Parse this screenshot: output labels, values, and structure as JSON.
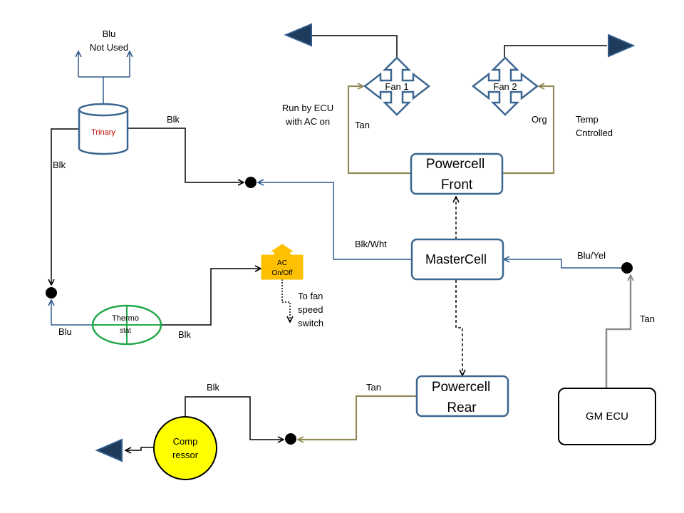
{
  "colors": {
    "black_wire": "#000000",
    "blue_wire": "#2f5b8b",
    "tan_wire": "#8f8a56",
    "grey_wire": "#8c8c8c",
    "box_border": "#3b6690",
    "thermostat_border": "#22a84b",
    "switch_fill": "#ffc000",
    "compressor_fill": "#ffff00"
  },
  "icons": {
    "fan": "four-way-arrow-icon",
    "output": "triangle-arrow-icon",
    "junction": "black-dot-icon",
    "switch": "arrow-up-switch-icon"
  },
  "nodes": {
    "powercell_front": {
      "line1": "Powercell",
      "line2": "Front"
    },
    "mastercell": {
      "label": "MasterCell"
    },
    "powercell_rear": {
      "line1": "Powercell",
      "line2": "Rear"
    },
    "gm_ecu": {
      "label": "GM ECU"
    },
    "fan1": {
      "label": "Fan 1"
    },
    "fan2": {
      "label": "Fan 2"
    },
    "trinary": {
      "label": "Trinary"
    },
    "thermostat": {
      "line1": "Thermo",
      "line2": "stat"
    },
    "ac_switch": {
      "line1": "AC",
      "line2": "On/Off"
    },
    "compressor": {
      "line1": "Comp",
      "line2": "ressor"
    }
  },
  "labels": {
    "blu_not_used_1": "Blu",
    "blu_not_used_2": "Not Used",
    "run_by_ecu_1": "Run by ECU",
    "run_by_ecu_2": "with AC on",
    "temp_controlled_1": "Temp",
    "temp_controlled_2": "Cntrolled",
    "to_fan_1": "To fan",
    "to_fan_2": "speed",
    "to_fan_3": "switch"
  },
  "wires": {
    "trinary_right": "Blk",
    "trinary_left": "Blk",
    "fan1": "Tan",
    "fan2": "Org",
    "master_left": "Blk/Wht",
    "master_right": "Blu/Yel",
    "ecu": "Tan",
    "thermo_left": "Blu",
    "thermo_right": "Blk",
    "rear": "Tan",
    "compressor": "Blk"
  }
}
